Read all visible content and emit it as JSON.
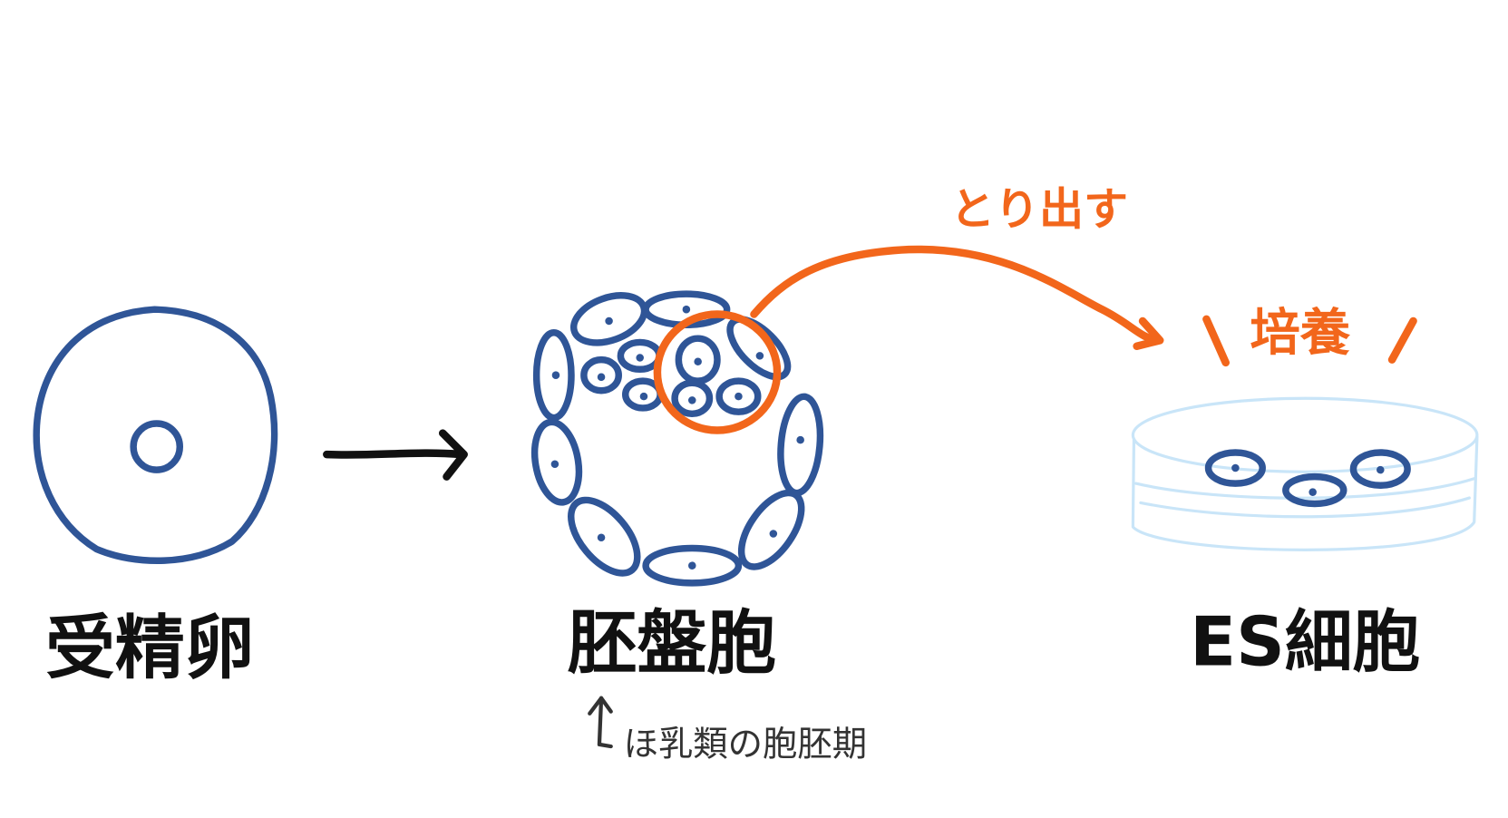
{
  "labels": {
    "zygote": "受精卵",
    "blastocyst": "胚盤胞",
    "es_cells": "ES細胞"
  },
  "annotations": {
    "extract": "とり出す",
    "culture": "培養",
    "culture_left_mark": "\\",
    "culture_right_mark": "/",
    "blastocyst_note": "ほ乳類の胞胚期"
  },
  "colors": {
    "cell": "#2f5597",
    "highlight": "#f2661b",
    "dish": "#c9e5f8",
    "text": "#111111"
  }
}
